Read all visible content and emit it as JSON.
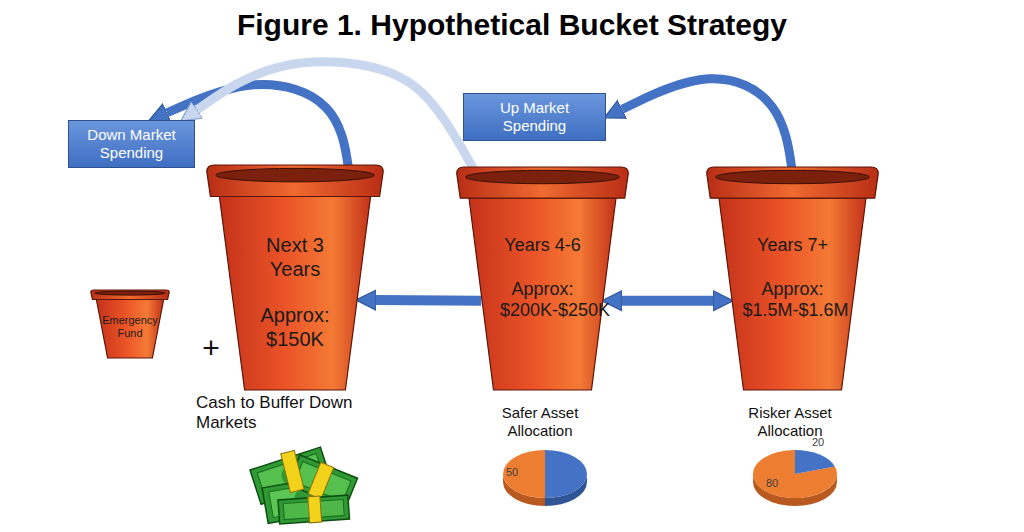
{
  "diagram": {
    "title": "Figure 1. Hypothetical Bucket Strategy",
    "nodes": [
      {
        "text": [
          "Down Market Spending"
        ]
      },
      {
        "text": [
          "Up Market Spending"
        ]
      },
      {
        "text": [
          "Emergency Fund"
        ]
      },
      {
        "text": [
          "Next 3 Years",
          "Approx: $150K"
        ]
      },
      {
        "text": [
          "Years 4-6",
          "Approx: $200K-$250K"
        ]
      },
      {
        "text": [
          "Years 7+",
          "Approx: $1.5M-$1.6M"
        ]
      }
    ],
    "edges": [
      {
        "from": 3,
        "to": 0,
        "arrow": "to"
      },
      {
        "from": 4,
        "to": 0,
        "arrow": "to"
      },
      {
        "from": 5,
        "to": 1,
        "arrow": "to"
      },
      {
        "from": 4,
        "to": 3,
        "arrow": "to"
      },
      {
        "from": 4,
        "to": 5,
        "arrow": "both"
      }
    ],
    "labels": [
      "+",
      "Cash to Buffer Down Markets",
      "Safer Asset Allocation",
      "Risker Asset Allocation",
      "50",
      "20",
      "80"
    ]
  }
}
